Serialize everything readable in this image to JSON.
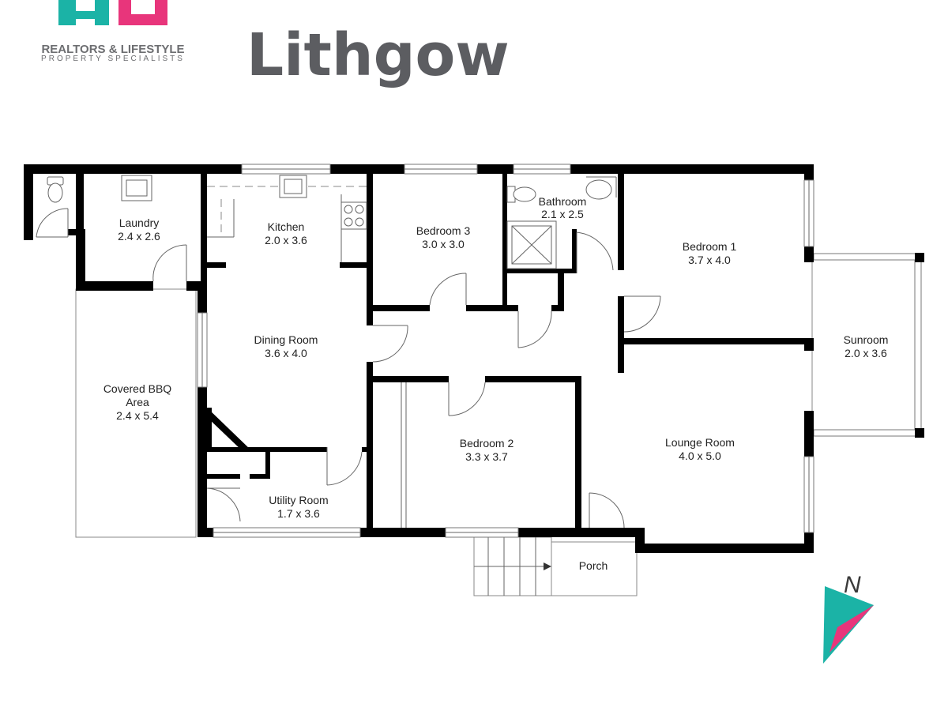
{
  "header": {
    "title": "Lithgow",
    "logo": {
      "text": "HB",
      "brand_line": "REALTORS & LIFESTYLE",
      "tagline": "PROPERTY SPECIALISTS",
      "colors": {
        "teal": "#1bb3a6",
        "pink": "#e8357b"
      }
    }
  },
  "rooms": {
    "laundry": {
      "name": "Laundry",
      "dims": "2.4 x 2.6"
    },
    "kitchen": {
      "name": "Kitchen",
      "dims": "2.0 x 3.6"
    },
    "bedroom3": {
      "name": "Bedroom 3",
      "dims": "3.0 x 3.0"
    },
    "bathroom": {
      "name": "Bathroom",
      "dims": "2.1 x 2.5"
    },
    "bedroom1": {
      "name": "Bedroom 1",
      "dims": "3.7 x 4.0"
    },
    "sunroom": {
      "name": "Sunroom",
      "dims": "2.0 x 3.6"
    },
    "dining": {
      "name": "Dining Room",
      "dims": "3.6 x 4.0"
    },
    "bbq": {
      "name_line1": "Covered BBQ",
      "name_line2": "Area",
      "dims": "2.4 x 5.4"
    },
    "bedroom2": {
      "name": "Bedroom 2",
      "dims": "3.3 x 3.7"
    },
    "lounge": {
      "name": "Lounge Room",
      "dims": "4.0 x 5.0"
    },
    "utility": {
      "name": "Utility Room",
      "dims": "1.7 x 3.6"
    },
    "porch": {
      "name": "Porch"
    }
  },
  "compass": {
    "label": "N",
    "colors": {
      "teal": "#1bb3a6",
      "pink": "#e8357b"
    }
  },
  "colors": {
    "wall": "#000000",
    "title": "#5c5d61"
  }
}
